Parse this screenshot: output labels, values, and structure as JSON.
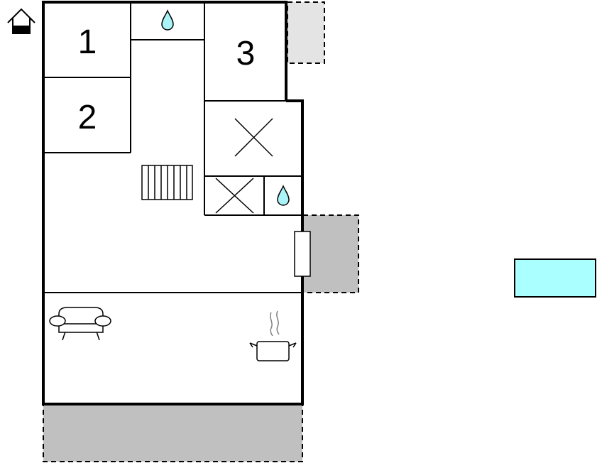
{
  "floorplan": {
    "rooms": [
      {
        "id": "bedroom-1",
        "label": "1"
      },
      {
        "id": "bedroom-2",
        "label": "2"
      },
      {
        "id": "bedroom-3",
        "label": "3"
      }
    ],
    "icons": [
      "house-entrance-icon",
      "water-drop-icon",
      "crossed-storage-icon",
      "stairs-icon",
      "sofa-icon",
      "cooking-pot-icon"
    ],
    "colors": {
      "walls": "#000000",
      "terrace_light": "#e4e4e4",
      "terrace_dark": "#c0c0c0",
      "water_drop": "#aaf4f8",
      "pool": "#aaffff"
    }
  }
}
